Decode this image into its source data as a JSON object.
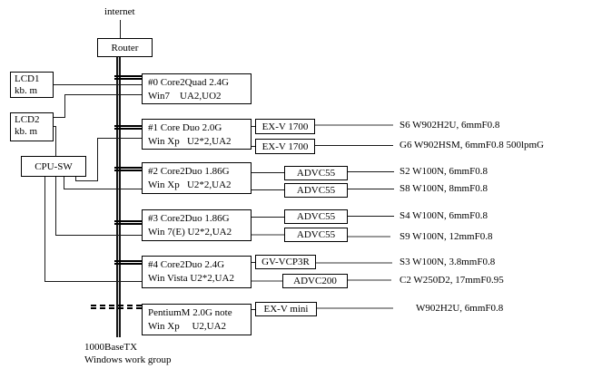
{
  "labels": {
    "internet": "internet",
    "network_type": "1000BaseTX",
    "workgroup": "Windows work group"
  },
  "router": {
    "label": "Router"
  },
  "consoles": {
    "lcd1": {
      "line1": "LCD1",
      "line2": "kb. m"
    },
    "lcd2": {
      "line1": "LCD2",
      "line2": "kb. m"
    },
    "cpu_switch": {
      "label": "CPU-SW"
    }
  },
  "computers": [
    {
      "line1": "#0 Core2Quad 2.4G",
      "line2": "Win7    UA2,UO2"
    },
    {
      "line1": "#1 Core Duo 2.0G",
      "line2": "Win Xp   U2*2,UA2"
    },
    {
      "line1": "#2 Core2Duo 1.86G",
      "line2": "Win Xp   U2*2,UA2"
    },
    {
      "line1": "#3 Core2Duo 1.86G",
      "line2": "Win 7(E) U2*2,UA2"
    },
    {
      "line1": "#4 Core2Duo 2.4G",
      "line2": "Win Vista U2*2,UA2"
    },
    {
      "line1": "PentiumM 2.0G note",
      "line2": "Win Xp     U2,UA2"
    }
  ],
  "capture_devices": [
    {
      "label": "EX-V 1700"
    },
    {
      "label": "EX-V 1700"
    },
    {
      "label": "ADVC55"
    },
    {
      "label": "ADVC55"
    },
    {
      "label": "ADVC55"
    },
    {
      "label": "ADVC55"
    },
    {
      "label": "GV-VCP3R"
    },
    {
      "label": "ADVC200"
    },
    {
      "label": "EX-V mini"
    }
  ],
  "cameras": [
    {
      "label": "S6 W902H2U, 6mmF0.8"
    },
    {
      "label": "G6 W902HSM, 6mmF0.8 500lpmG"
    },
    {
      "label": "S2 W100N, 6mmF0.8"
    },
    {
      "label": "S8 W100N, 8mmF0.8"
    },
    {
      "label": "S4 W100N, 6mmF0.8"
    },
    {
      "label": "S9 W100N, 12mmF0.8"
    },
    {
      "label": "S3 W100N, 3.8mmF0.8"
    },
    {
      "label": "C2 W250D2, 17mmF0.95"
    },
    {
      "label": "W902H2U, 6mmF0.8"
    }
  ],
  "colors": {
    "line": "#1a1a1a",
    "gray_line": "#999999",
    "background": "#ffffff",
    "text": "#000000"
  }
}
